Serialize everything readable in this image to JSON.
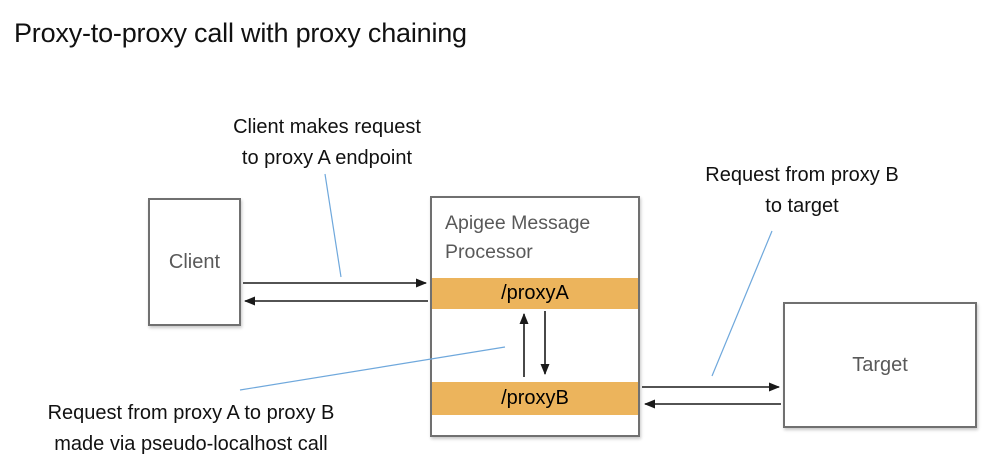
{
  "title": "Proxy-to-proxy call with proxy chaining",
  "colors": {
    "bar_fill": "#ECB45C",
    "annotation_line": "#6FA8DC",
    "box_border": "#707070",
    "box_label": "#595959",
    "arrow": "#1a1a1a"
  },
  "nodes": {
    "client": {
      "label": "Client"
    },
    "processor": {
      "label": "Apigee Message Processor",
      "bars": [
        {
          "label": "/proxyA"
        },
        {
          "label": "/proxyB"
        }
      ]
    },
    "target": {
      "label": "Target"
    }
  },
  "annotations": {
    "client_request": {
      "line1": "Client makes request",
      "line2": "to proxy A endpoint"
    },
    "target_request": {
      "line1": "Request from proxy B",
      "line2": "to target"
    },
    "localhost_call": {
      "line1": "Request from proxy A to proxy B",
      "line2": "made via pseudo-localhost call"
    }
  }
}
